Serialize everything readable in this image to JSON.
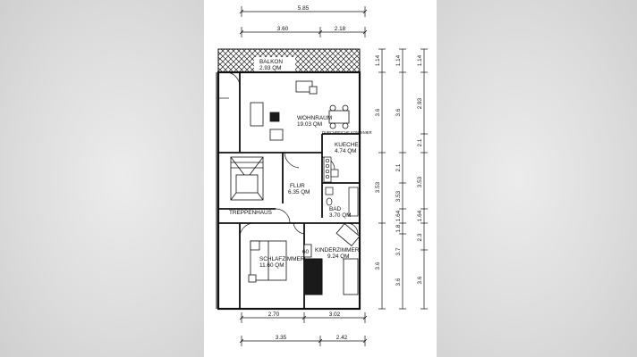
{
  "rooms": {
    "balkon": {
      "name": "BALKON",
      "area": "2.93 QM"
    },
    "wohnraum": {
      "name": "WOHNRAUM",
      "area": "19.03 QM"
    },
    "kueche": {
      "name": "KUECHE",
      "area": "4.74 QM"
    },
    "flur": {
      "name": "FLUR",
      "area": "6.35 QM"
    },
    "bad": {
      "name": "BAD",
      "area": "3.70 QM"
    },
    "treppenhaus": {
      "name": "TREPPENHAUS"
    },
    "schlafzimmer": {
      "name": "SCHLAFZIMMER",
      "area": "11.60 QM"
    },
    "kinderzimmer": {
      "name": "KINDERZIMMER",
      "area": "9.24 QM"
    },
    "durchreiche": "DURCHREICHE KOMBINIER",
    "opening": "60"
  },
  "dims_top": {
    "total": "5.85",
    "left": "3.60",
    "right": "2.18"
  },
  "dims_bottom": {
    "a": "2.70",
    "b": "3.02",
    "c": "3.35",
    "d": "2.42"
  },
  "dims_right_outer": [
    "1.14",
    "3.6",
    "3.53",
    "3.6"
  ],
  "dims_right_mid": [
    "1.14",
    "3.6",
    "2.1",
    "3.53",
    "1.64",
    "1.8",
    "3.7",
    "3.6"
  ],
  "dims_right_inner": [
    "1.14",
    "2.93",
    "2.1",
    "3.53",
    "1.64",
    "2.3",
    "3.6"
  ],
  "colors": {
    "line": "#111111",
    "wall_fill": "#ffffff",
    "furniture_dark": "#1a1a1a"
  }
}
